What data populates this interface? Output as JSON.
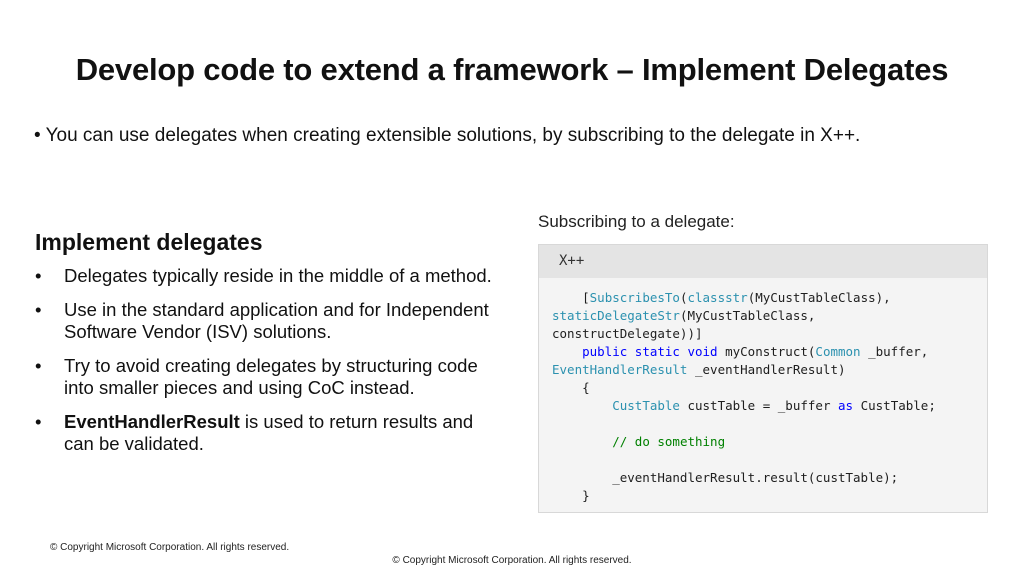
{
  "title": "Develop code to extend a framework – Implement Delegates",
  "intro": "• You can use delegates when creating extensible solutions, by subscribing to the delegate in X++.",
  "section": {
    "heading": "Implement delegates",
    "bullet_marker": "•",
    "bullets": [
      {
        "bold": "",
        "text": "Delegates typically reside in the middle of a method."
      },
      {
        "bold": "",
        "text": "Use in the standard application and for Independent Software Vendor (ISV) solutions."
      },
      {
        "bold": "",
        "text": "Try to avoid creating delegates by structuring code into smaller pieces and using CoC instead."
      },
      {
        "bold": "EventHandlerResult",
        "text": " is used to return results and can be validated."
      }
    ]
  },
  "code": {
    "caption": "Subscribing to a delegate:",
    "language": "X++",
    "lines": [
      [
        [
          "t",
          "    ["
        ],
        [
          "y",
          "SubscribesTo"
        ],
        [
          "t",
          "("
        ],
        [
          "y",
          "classstr"
        ],
        [
          "t",
          "(MyCustTableClass),"
        ]
      ],
      [
        [
          "y",
          "staticDelegateStr"
        ],
        [
          "t",
          "(MyCustTableClass,"
        ]
      ],
      [
        [
          "t",
          "constructDelegate))]"
        ]
      ],
      [
        [
          "t",
          "    "
        ],
        [
          "k",
          "public static void"
        ],
        [
          "t",
          " myConstruct("
        ],
        [
          "y",
          "Common"
        ],
        [
          "t",
          " _buffer,"
        ]
      ],
      [
        [
          "y",
          "EventHandlerResult"
        ],
        [
          "t",
          " _eventHandlerResult)"
        ]
      ],
      [
        [
          "t",
          "    {"
        ]
      ],
      [
        [
          "t",
          "        "
        ],
        [
          "y",
          "CustTable"
        ],
        [
          "t",
          " custTable = _buffer "
        ],
        [
          "k",
          "as"
        ],
        [
          "t",
          " CustTable;"
        ]
      ],
      [
        [
          "t",
          ""
        ]
      ],
      [
        [
          "t",
          "        "
        ],
        [
          "c",
          "// do something"
        ]
      ],
      [
        [
          "t",
          ""
        ]
      ],
      [
        [
          "t",
          "        _eventHandlerResult.result(custTable);"
        ]
      ],
      [
        [
          "t",
          "    }"
        ]
      ]
    ]
  },
  "footer": {
    "copyright_left": "© Copyright Microsoft Corporation. All rights reserved.",
    "copyright_center": "© Copyright Microsoft Corporation. All rights reserved."
  },
  "colors": {
    "type": "#2b91af",
    "keyword": "#0000ff",
    "comment": "#008000",
    "code_bg": "#f4f4f4",
    "code_header_bg": "#e4e4e4"
  }
}
